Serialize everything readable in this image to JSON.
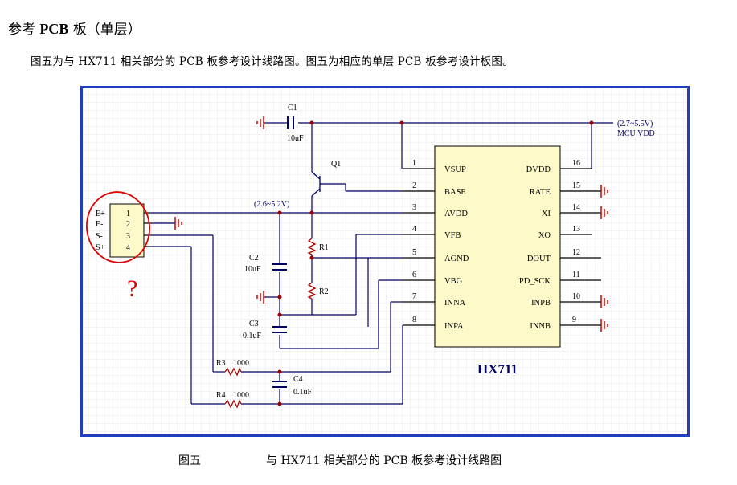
{
  "heading": {
    "prefix": "参考 ",
    "bold": "PCB",
    "suffix": " 板（单层）"
  },
  "intro": "图五为与 HX711 相关部分的 PCB 板参考设计线路图。图五为相应的单层 PCB 板参考设计板图。",
  "schematic": {
    "chip_name": "HX711",
    "left_pins": [
      {
        "num": "1",
        "name": "VSUP"
      },
      {
        "num": "2",
        "name": "BASE"
      },
      {
        "num": "3",
        "name": "AVDD"
      },
      {
        "num": "4",
        "name": "VFB"
      },
      {
        "num": "5",
        "name": "AGND"
      },
      {
        "num": "6",
        "name": "VBG"
      },
      {
        "num": "7",
        "name": "INNA"
      },
      {
        "num": "8",
        "name": "INPA"
      }
    ],
    "right_pins": [
      {
        "num": "16",
        "name": "DVDD"
      },
      {
        "num": "15",
        "name": "RATE"
      },
      {
        "num": "14",
        "name": "XI"
      },
      {
        "num": "13",
        "name": "XO"
      },
      {
        "num": "12",
        "name": "DOUT"
      },
      {
        "num": "11",
        "name": "PD_SCK"
      },
      {
        "num": "10",
        "name": "INPB"
      },
      {
        "num": "9",
        "name": "INNB"
      }
    ],
    "connector": {
      "signals": [
        "E+",
        "E-",
        "S-",
        "S+"
      ],
      "pins": [
        "1",
        "2",
        "3",
        "4"
      ],
      "annotation": "?"
    },
    "parts": {
      "c1": "C1",
      "c1_val": "10uF",
      "q1": "Q1",
      "r1": "R1",
      "r2": "R2",
      "c2": "C2",
      "c2_val": "10uF",
      "c3": "C3",
      "c3_val": "0.1uF",
      "c4": "C4",
      "c4_val": "0.1uF",
      "r3": "R3",
      "r3_val": "1000",
      "r4": "R4",
      "r4_val": "1000"
    },
    "avdd_range": "(2.6~5.2V)",
    "vdd_range": "(2.7~5.5V)",
    "vdd_label": "MCU VDD"
  },
  "caption": {
    "fig": "图五",
    "text": "与 HX711 相关部分的 PCB 板参考设计线路图"
  },
  "colors": {
    "wire": "#000066",
    "frame": "#1f3fbf",
    "grid": "#e8e8e8",
    "chip_fill": "#fdf9c8",
    "ground": "#cc0000",
    "annotation": "#e00000"
  }
}
